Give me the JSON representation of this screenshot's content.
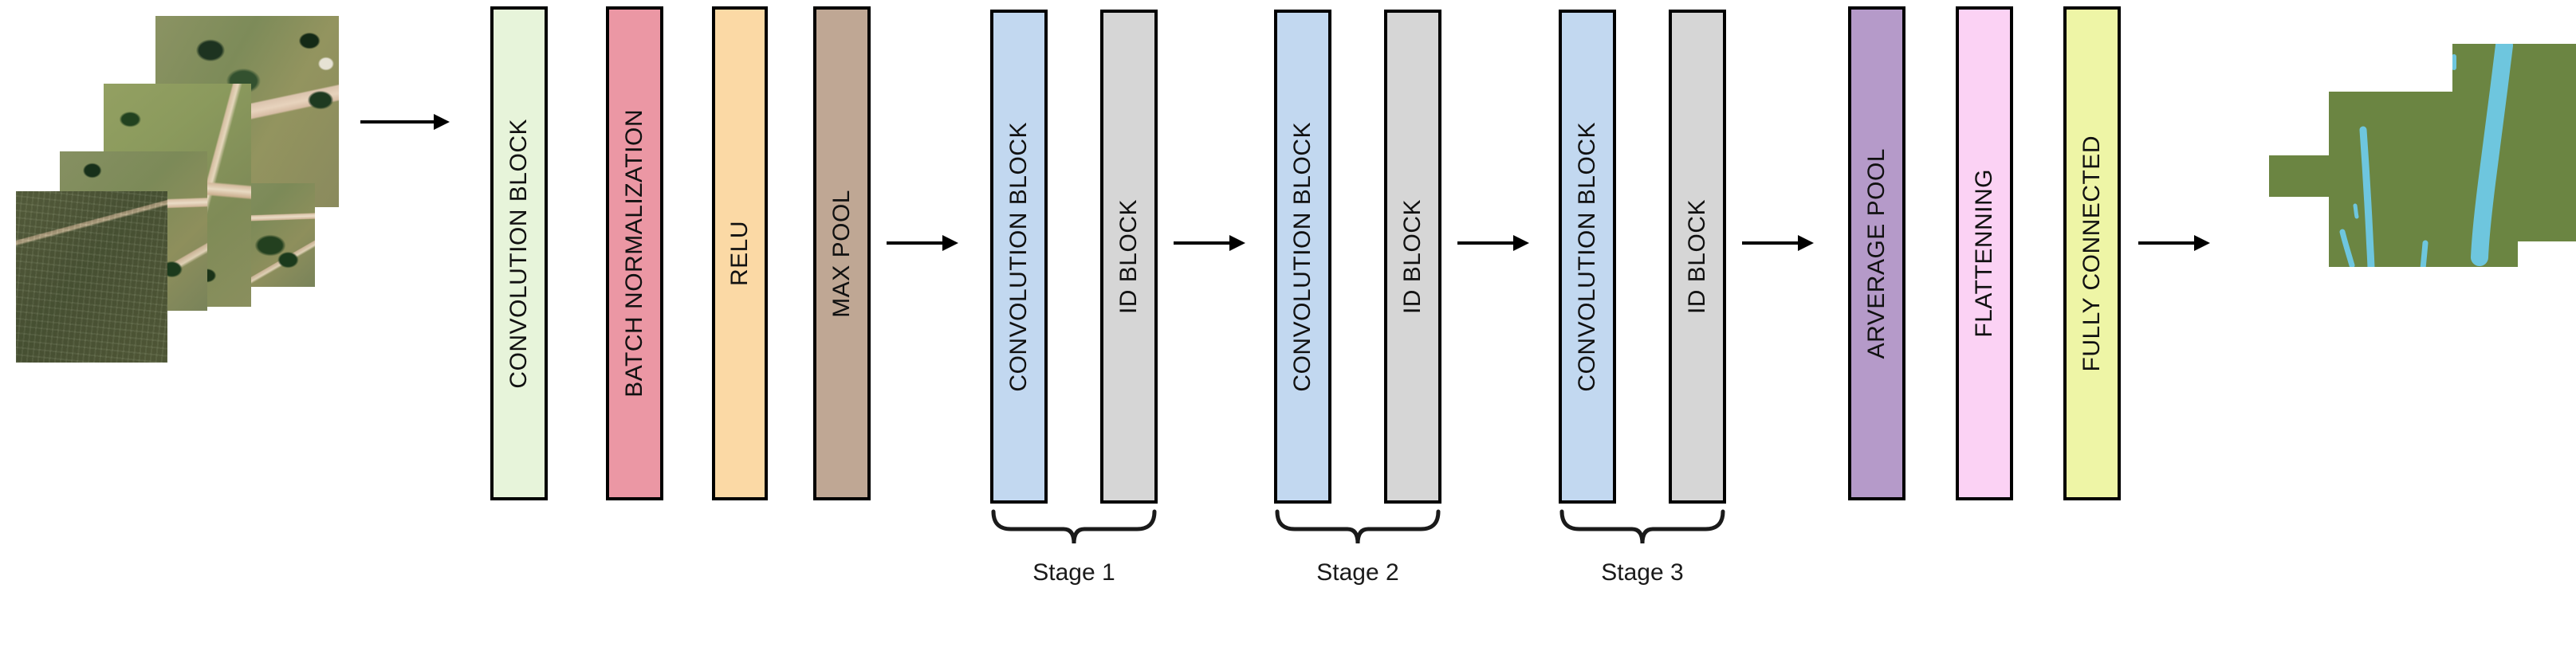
{
  "diagram": {
    "title": "ResNet-style CNN pipeline for aerial image segmentation",
    "colors": {
      "conv_block_first": "#e7f4da",
      "batch_norm": "#eb97a4",
      "relu": "#fbd9a5",
      "max_pool": "#bfa794",
      "conv_block_stage": "#c2d8f0",
      "id_block": "#d6d6d6",
      "average_pool": "#b59ac9",
      "flattening": "#fbd2f4",
      "fully_connected": "#eef5a6",
      "outline": "#000000",
      "mask_vegetation": "#6b8542",
      "mask_path": "#6ec6de"
    },
    "input": {
      "name": "aerial-image-tiles",
      "tile_count": 4,
      "description": "stack of overlapping aerial orthophoto tiles"
    },
    "arrows": [
      {
        "name": "arrow-input-to-block1"
      },
      {
        "name": "arrow-block1-to-stage1"
      },
      {
        "name": "arrow-stage1-to-stage2"
      },
      {
        "name": "arrow-stage2-to-stage3"
      },
      {
        "name": "arrow-stage3-to-head"
      },
      {
        "name": "arrow-head-to-output"
      }
    ],
    "groups": [
      {
        "name": "stem-group",
        "blocks": [
          {
            "name": "convolution-block",
            "label": "CONVOLUTION BLOCK",
            "color_key": "conv_block_first"
          },
          {
            "name": "batch-normalization",
            "label": "BATCH NORMALIZATION",
            "color_key": "batch_norm"
          },
          {
            "name": "relu",
            "label": "RELU",
            "color_key": "relu"
          },
          {
            "name": "max-pool",
            "label": "MAX POOL",
            "color_key": "max_pool"
          }
        ]
      },
      {
        "name": "stage-1-group",
        "stage_label": "Stage 1",
        "blocks": [
          {
            "name": "convolution-block",
            "label": "CONVOLUTION BLOCK",
            "color_key": "conv_block_stage"
          },
          {
            "name": "id-block",
            "label": "ID BLOCK",
            "color_key": "id_block"
          }
        ]
      },
      {
        "name": "stage-2-group",
        "stage_label": "Stage 2",
        "blocks": [
          {
            "name": "convolution-block",
            "label": "CONVOLUTION BLOCK",
            "color_key": "conv_block_stage"
          },
          {
            "name": "id-block",
            "label": "ID BLOCK",
            "color_key": "id_block"
          }
        ]
      },
      {
        "name": "stage-3-group",
        "stage_label": "Stage 3",
        "blocks": [
          {
            "name": "convolution-block",
            "label": "CONVOLUTION BLOCK",
            "color_key": "conv_block_stage"
          },
          {
            "name": "id-block",
            "label": "ID BLOCK",
            "color_key": "id_block"
          }
        ]
      },
      {
        "name": "head-group",
        "blocks": [
          {
            "name": "average-pool",
            "label": "ARVERAGE POOL",
            "color_key": "average_pool"
          },
          {
            "name": "flattening",
            "label": "FLATTENNING",
            "color_key": "flattening"
          },
          {
            "name": "fully-connected",
            "label": "FULLY CONNECTED",
            "color_key": "fully_connected"
          }
        ]
      }
    ],
    "labels": {
      "block_stem_conv": "CONVOLUTION BLOCK",
      "block_batchnorm": "BATCH NORMALIZATION",
      "block_relu": "RELU",
      "block_maxpool": "MAX POOL",
      "block_s1_conv": "CONVOLUTION BLOCK",
      "block_s1_id": "ID BLOCK",
      "block_s2_conv": "CONVOLUTION BLOCK",
      "block_s2_id": "ID BLOCK",
      "block_s3_conv": "CONVOLUTION BLOCK",
      "block_s3_id": "ID BLOCK",
      "block_avgpool": "ARVERAGE POOL",
      "block_flatten": "FLATTENNING",
      "block_fc": "FULLY CONNECTED",
      "stage1": "Stage 1",
      "stage2": "Stage 2",
      "stage3": "Stage 3"
    },
    "output": {
      "name": "segmentation-mask-tiles",
      "tile_count": 4,
      "classes": [
        {
          "name": "vegetation",
          "color": "#6b8542"
        },
        {
          "name": "path",
          "color": "#6ec6de"
        }
      ]
    }
  }
}
